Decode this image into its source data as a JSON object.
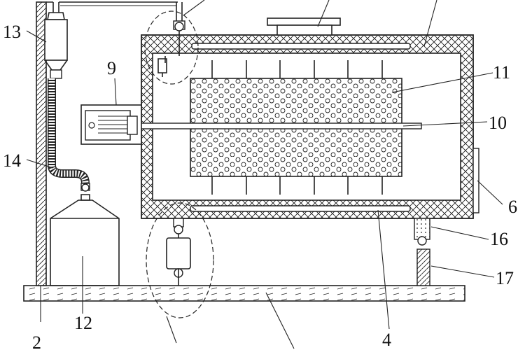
{
  "diagram": {
    "labels": {
      "l2": "2",
      "l4": "4",
      "l6": "6",
      "l9": "9",
      "l10": "10",
      "l11": "11",
      "l12": "12",
      "l13": "13",
      "l14": "14",
      "l16": "16",
      "l17": "17"
    }
  }
}
